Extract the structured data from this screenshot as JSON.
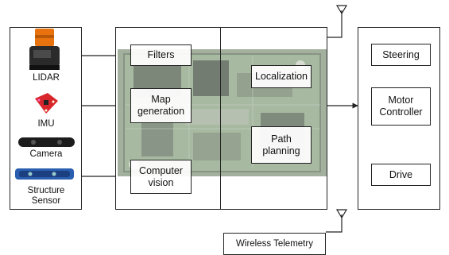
{
  "sensors": {
    "lidar": "LIDAR",
    "imu": "IMU",
    "camera": "Camera",
    "structure_line1": "Structure",
    "structure_line2": "Sensor"
  },
  "processing": {
    "filters": "Filters",
    "map_line1": "Map",
    "map_line2": "generation",
    "cv_line1": "Computer",
    "cv_line2": "vision",
    "localization": "Localization",
    "path_line1": "Path",
    "path_line2": "planning"
  },
  "actuation": {
    "steering": "Steering",
    "motor_line1": "Motor",
    "motor_line2": "Controller",
    "drive": "Drive"
  },
  "telemetry": "Wireless Telemetry",
  "icons": [
    "lidar-icon",
    "imu-board-icon",
    "camera-bar-icon",
    "structure-sensor-icon",
    "antenna-icon",
    "circuit-board-image"
  ]
}
